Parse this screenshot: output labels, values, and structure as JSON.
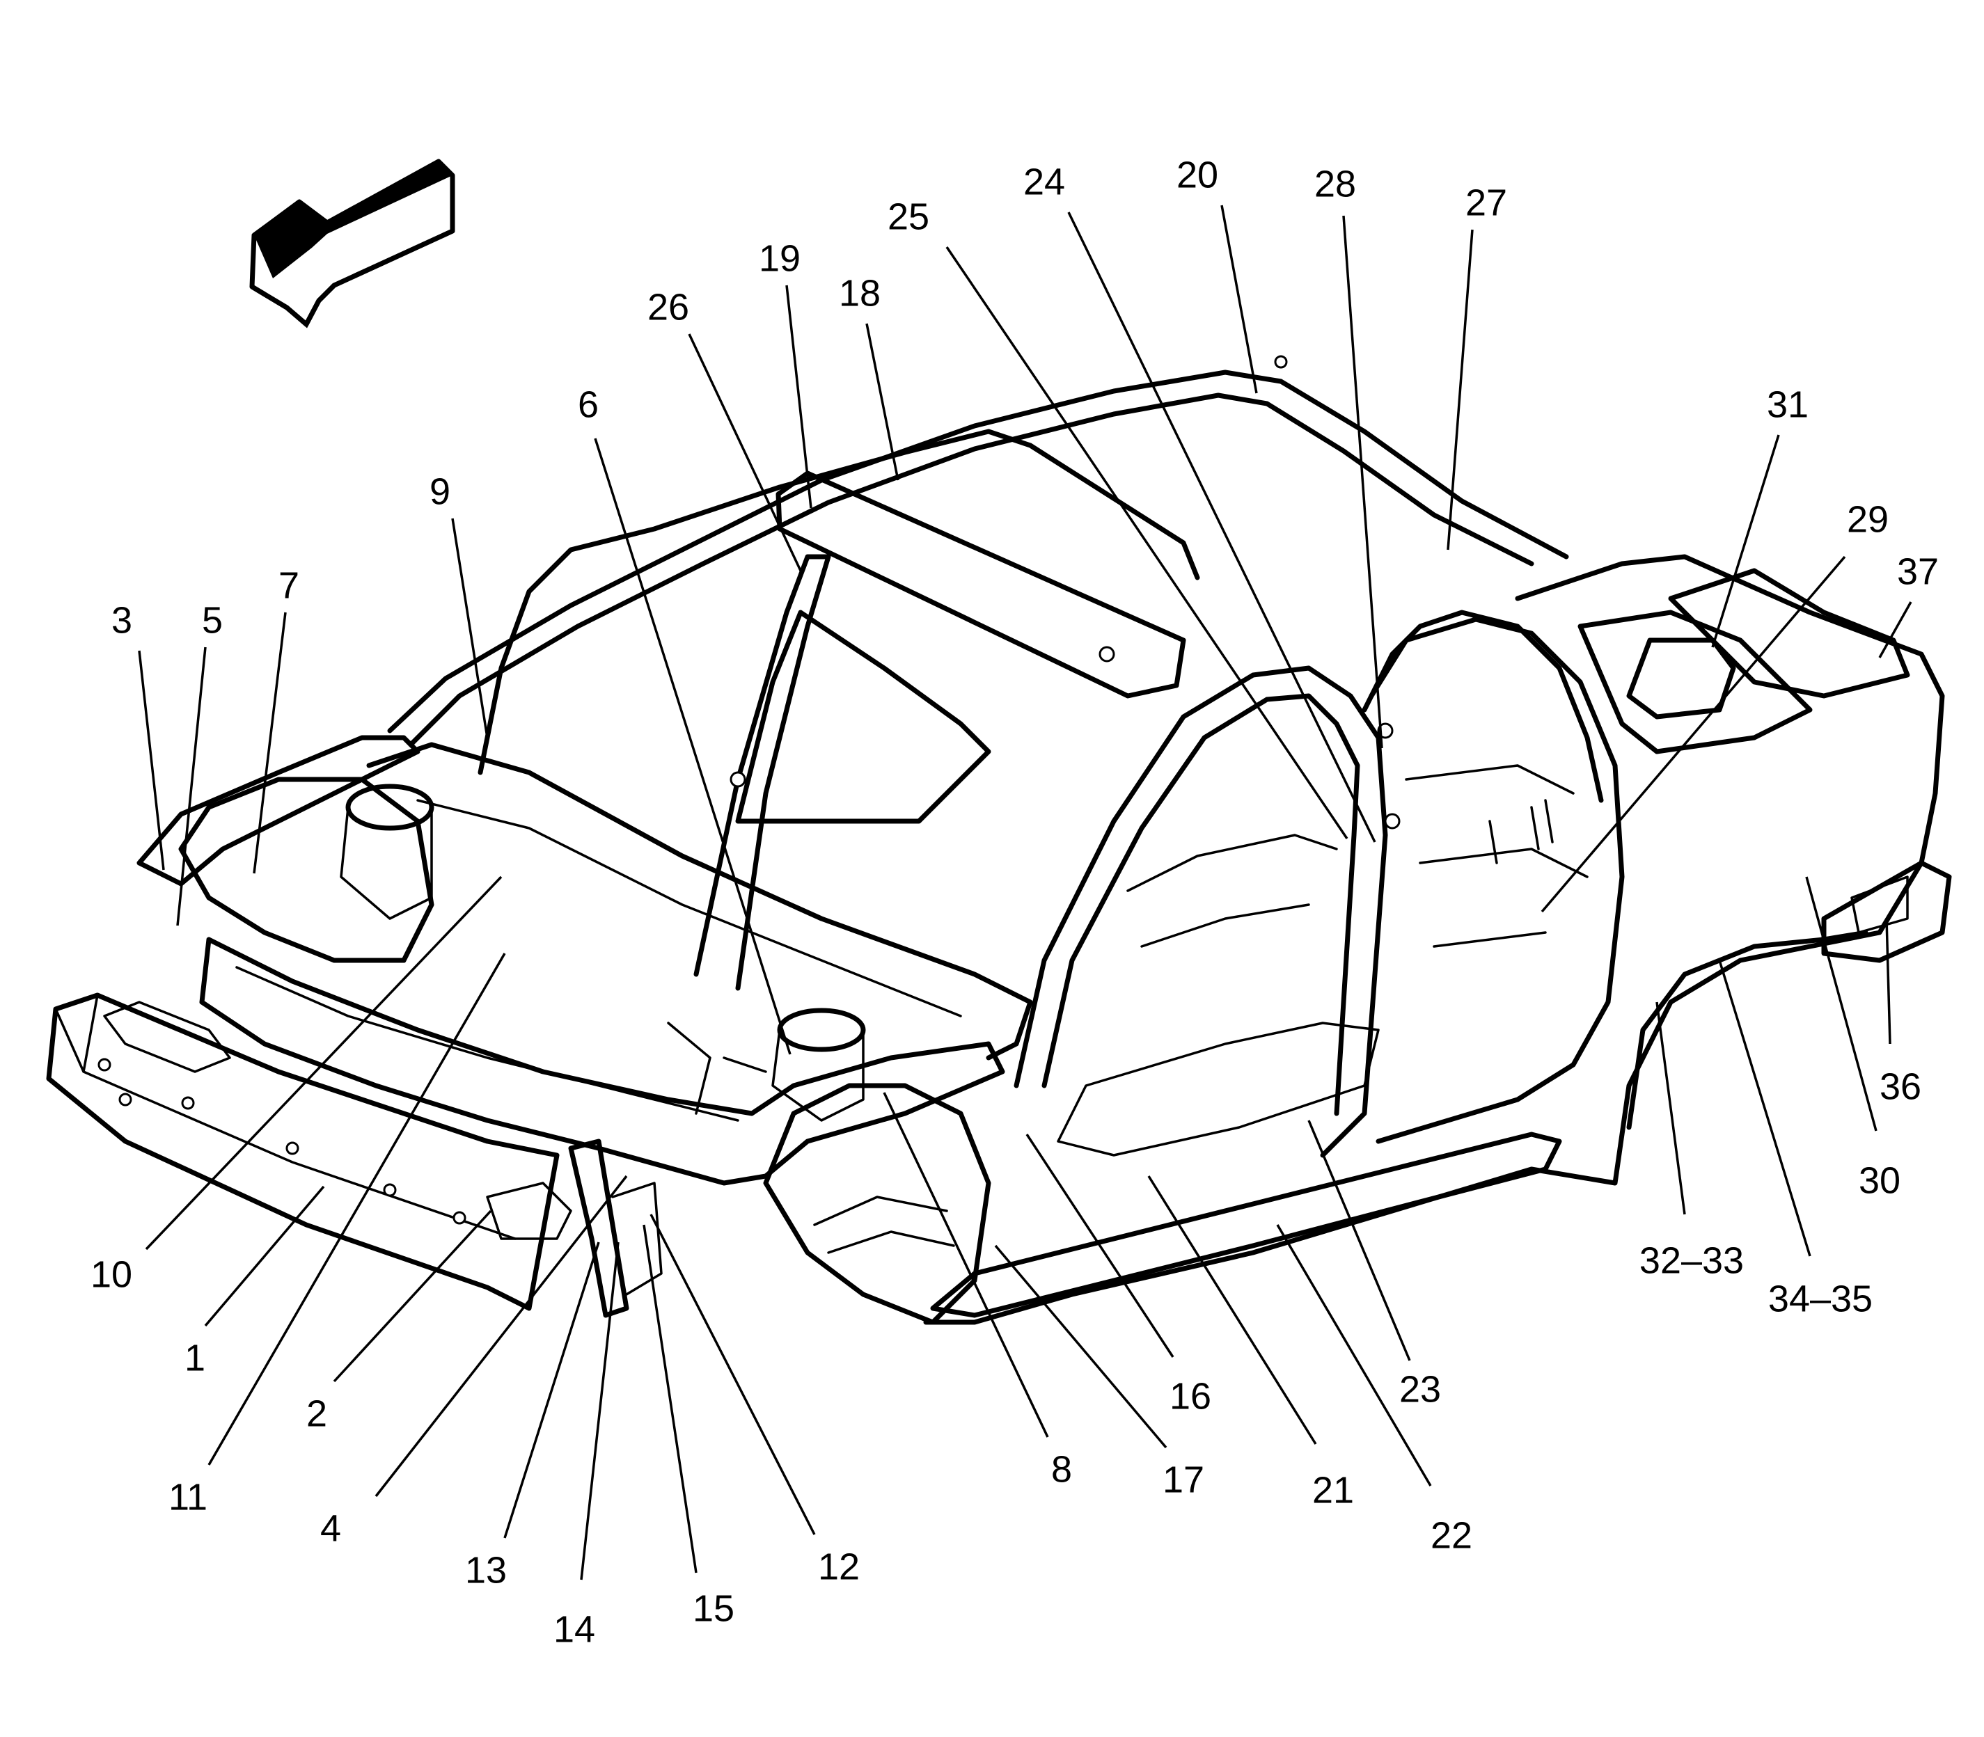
{
  "direction_arrow": {
    "icon": "front-direction-arrow-icon"
  },
  "callouts": [
    {
      "id": "c1",
      "label": "1"
    },
    {
      "id": "c2",
      "label": "2"
    },
    {
      "id": "c3",
      "label": "3"
    },
    {
      "id": "c4",
      "label": "4"
    },
    {
      "id": "c5",
      "label": "5"
    },
    {
      "id": "c6",
      "label": "6"
    },
    {
      "id": "c7",
      "label": "7"
    },
    {
      "id": "c8",
      "label": "8"
    },
    {
      "id": "c9",
      "label": "9"
    },
    {
      "id": "c10",
      "label": "10"
    },
    {
      "id": "c11",
      "label": "11"
    },
    {
      "id": "c12",
      "label": "12"
    },
    {
      "id": "c13",
      "label": "13"
    },
    {
      "id": "c14",
      "label": "14"
    },
    {
      "id": "c15",
      "label": "15"
    },
    {
      "id": "c16",
      "label": "16"
    },
    {
      "id": "c17",
      "label": "17"
    },
    {
      "id": "c18",
      "label": "18"
    },
    {
      "id": "c19",
      "label": "19"
    },
    {
      "id": "c20",
      "label": "20"
    },
    {
      "id": "c21",
      "label": "21"
    },
    {
      "id": "c22",
      "label": "22"
    },
    {
      "id": "c23",
      "label": "23"
    },
    {
      "id": "c24",
      "label": "24"
    },
    {
      "id": "c25",
      "label": "25"
    },
    {
      "id": "c26",
      "label": "26"
    },
    {
      "id": "c27",
      "label": "27"
    },
    {
      "id": "c28",
      "label": "28"
    },
    {
      "id": "c29",
      "label": "29"
    },
    {
      "id": "c30",
      "label": "30"
    },
    {
      "id": "c31",
      "label": "31"
    },
    {
      "id": "c32",
      "label": "32–33"
    },
    {
      "id": "c34",
      "label": "34–35"
    },
    {
      "id": "c36",
      "label": "36"
    },
    {
      "id": "c37",
      "label": "37"
    }
  ]
}
